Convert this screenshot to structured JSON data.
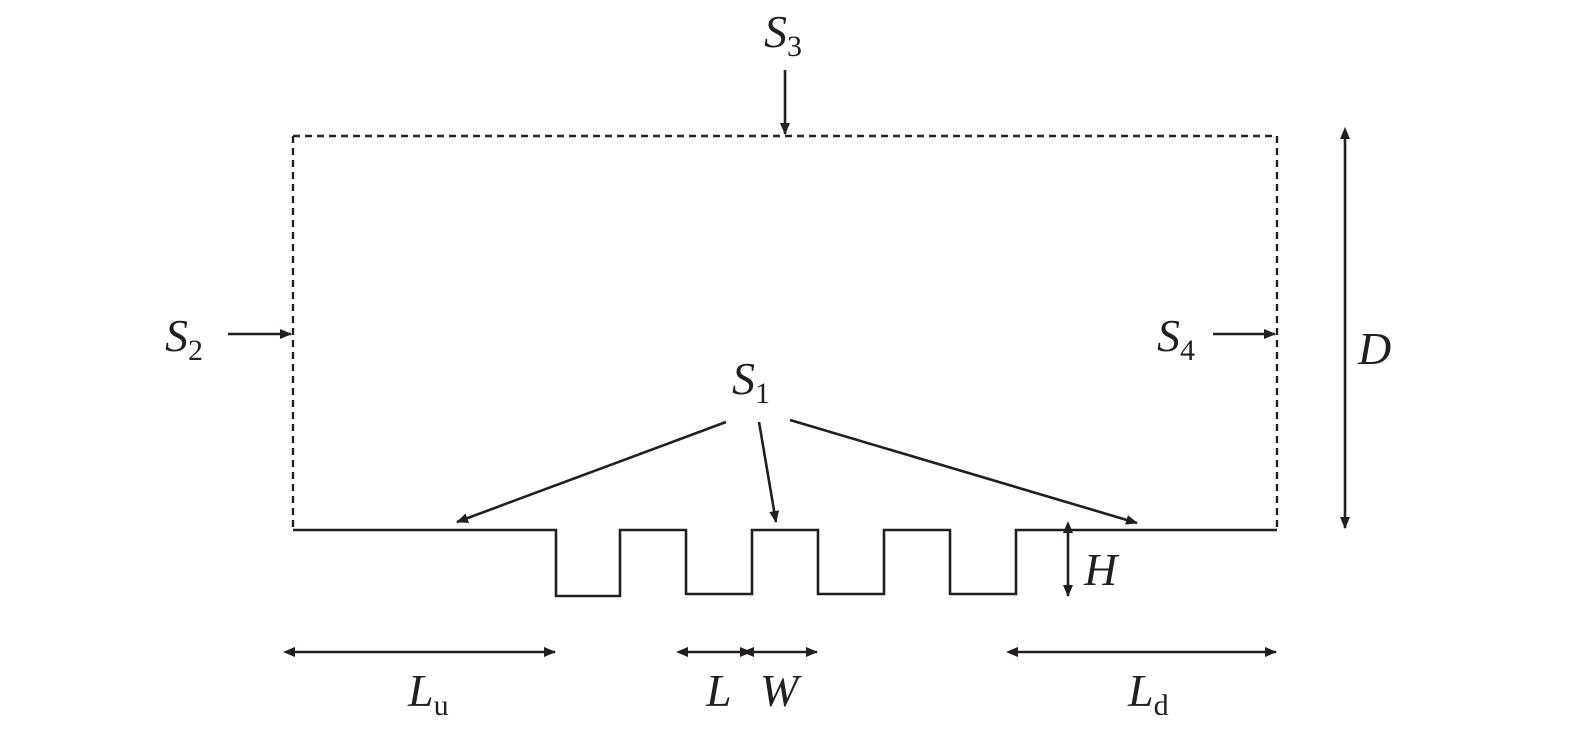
{
  "labels": {
    "s1": {
      "main": "S",
      "sub": "1"
    },
    "s2": {
      "main": "S",
      "sub": "2"
    },
    "s3": {
      "main": "S",
      "sub": "3"
    },
    "s4": {
      "main": "S",
      "sub": "4"
    },
    "d": {
      "main": "D"
    },
    "h": {
      "main": "H"
    },
    "lu": {
      "main": "L",
      "sub": "u"
    },
    "l": {
      "main": "L"
    },
    "w": {
      "main": "W"
    },
    "ld": {
      "main": "L",
      "sub": "d"
    }
  },
  "colors": {
    "ink": "#231f20",
    "background": "#ffffff"
  },
  "boundary_styles": {
    "s1": "solid",
    "s2": "dashed",
    "s3": "dashed",
    "s4": "dashed"
  },
  "groove_count": 4
}
